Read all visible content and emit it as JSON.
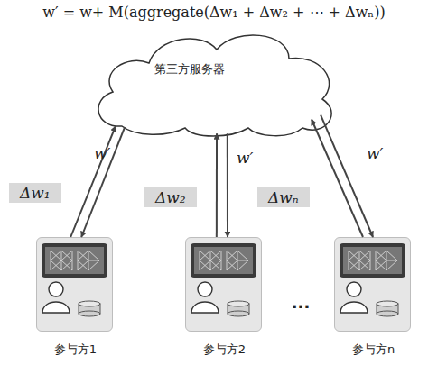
{
  "diagram": {
    "nodes": [
      {
        "text": [
          "第三方服务器"
        ]
      },
      {
        "text": [
          "参与方1"
        ]
      },
      {
        "text": [
          "参与方2"
        ]
      },
      {
        "text": [
          "参与方n"
        ]
      }
    ],
    "edges": [
      {
        "from": 1,
        "to": 0,
        "arrow": "to",
        "label": "Δw₁"
      },
      {
        "from": 0,
        "to": 1,
        "arrow": "to",
        "label": "w′"
      },
      {
        "from": 2,
        "to": 0,
        "arrow": "to",
        "label": "Δw₂"
      },
      {
        "from": 0,
        "to": 2,
        "arrow": "to",
        "label": "w′"
      },
      {
        "from": 3,
        "to": 0,
        "arrow": "to",
        "label": "Δwₙ"
      },
      {
        "from": 0,
        "to": 3,
        "arrow": "to",
        "label": "w′"
      }
    ],
    "labels": [
      "w′ = w+ M(aggregate(Δw₁ + Δw₂ + ⋯ + Δwₙ))",
      "···"
    ]
  }
}
